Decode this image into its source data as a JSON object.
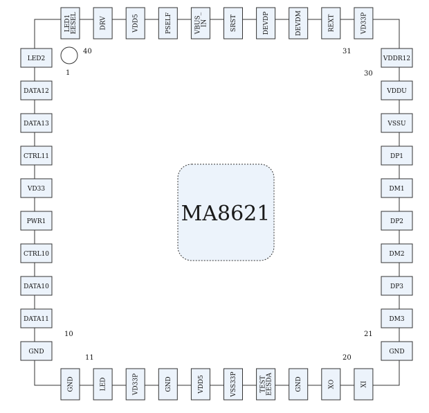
{
  "chip": {
    "name": "MA8621"
  },
  "pin_numbers": [
    "40",
    "1",
    "31",
    "30",
    "10",
    "11",
    "20",
    "21"
  ],
  "pins": {
    "top": [
      [
        "LED1",
        "EESEL"
      ],
      [
        "DRV"
      ],
      [
        "VDD5"
      ],
      [
        "PSELF"
      ],
      [
        "VBUS_",
        "IN"
      ],
      [
        "SRST"
      ],
      [
        "DEVDP"
      ],
      [
        "DEVDM"
      ],
      [
        "REXT"
      ],
      [
        "VD33P"
      ]
    ],
    "left": [
      "LED2",
      "DATA12",
      "DATA13",
      "CTRL11",
      "VD33",
      "PWR1",
      "CTRL10",
      "DATA10",
      "DATA11",
      "GND"
    ],
    "right": [
      "VDDR12",
      "VDDU",
      "VSSU",
      "DP1",
      "DM1",
      "DP2",
      "DM2",
      "DP3",
      "DM3",
      "GND"
    ],
    "bottom": [
      [
        "GND"
      ],
      [
        "LED"
      ],
      [
        "VD33P"
      ],
      [
        "GND"
      ],
      [
        "VDD5"
      ],
      [
        "VSS33P"
      ],
      [
        "TEST",
        "EESDA"
      ],
      [
        "GND"
      ],
      [
        "XO"
      ],
      [
        "XI"
      ]
    ]
  }
}
